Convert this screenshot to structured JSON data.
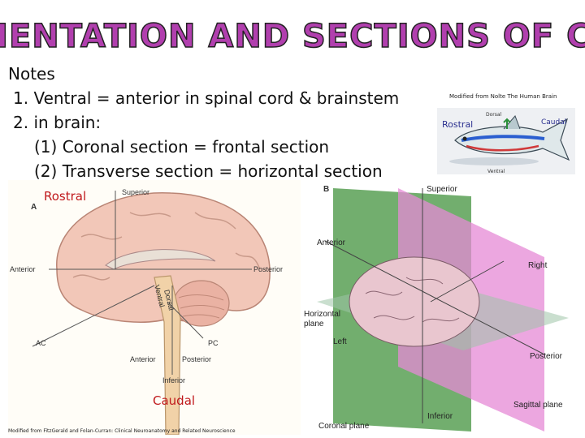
{
  "title": {
    "text": "ORIENTATION AND SECTIONS OF CNS",
    "colors": [
      "#e23b8a",
      "#8e3fbf",
      "#2f7fd8",
      "#3cb34a",
      "#f0a81b"
    ]
  },
  "notes": {
    "heading": "Notes",
    "item1": "1. Ventral = anterior in spinal cord & brainstem",
    "item2": "2. in brain:",
    "item2a": "(1) Coronal section = frontal section",
    "item2b": "(2) Transverse section = horizontal section"
  },
  "fish": {
    "credit": "Modified from Nolte The Human Brain",
    "dorsal": "Dorsal",
    "ventral": "Ventral",
    "rostral": "Rostral",
    "caudal": "Caudal"
  },
  "figure_a": {
    "letter": "A",
    "rostral": "Rostral",
    "caudal": "Caudal",
    "superior": "Superior",
    "anterior": "Anterior",
    "posterior": "Posterior",
    "dorsal": "Dorsal",
    "ventral": "Ventral",
    "ac": "AC",
    "pc": "PC",
    "anterior_low": "Anterior",
    "posterior_low": "Posterior",
    "inferior": "Inferior",
    "credit": "Modified from FitzGerald and Folan-Curran: Clinical Neuroanatomy and Related Neuroscience"
  },
  "figure_b": {
    "letter": "B",
    "superior": "Superior",
    "anterior": "Anterior",
    "right": "Right",
    "horizontal_plane_1": "Horizontal",
    "horizontal_plane_2": "plane",
    "left": "Left",
    "posterior": "Posterior",
    "sagittal_plane": "Sagittal plane",
    "inferior": "Inferior",
    "coronal_plane": "Coronal plane"
  },
  "colors": {
    "red_label": "#c0191c",
    "blue_label": "#2a2f8f",
    "brain": "#f2c7b8",
    "green_plane": "#4f9a4a",
    "pink_plane": "#e58ad6",
    "cord": "#f1d2a8"
  }
}
